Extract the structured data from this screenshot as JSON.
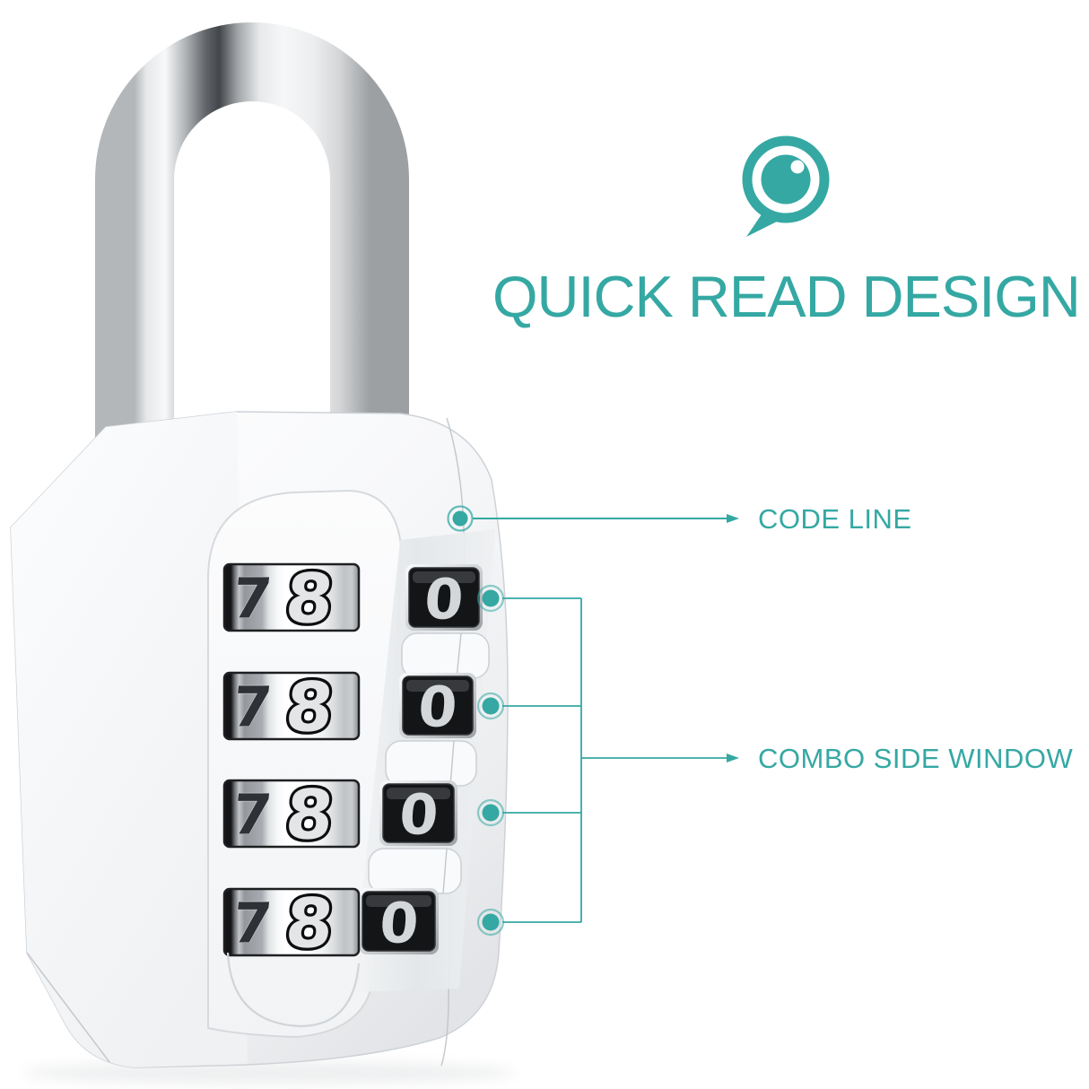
{
  "accent_color": "#35a8a3",
  "background_color": "#ffffff",
  "icon": {
    "name": "lens-speech-bubble-icon",
    "color": "#35a8a3"
  },
  "title": "QUICK READ DESIGN",
  "callouts": {
    "code_line": "CODE LINE",
    "combo_side_window": "COMBO SIDE WINDOW"
  },
  "lock": {
    "front_dials": [
      {
        "side_digit": "7",
        "front_digit": "8"
      },
      {
        "side_digit": "7",
        "front_digit": "8"
      },
      {
        "side_digit": "7",
        "front_digit": "8"
      },
      {
        "side_digit": "7",
        "front_digit": "8"
      }
    ],
    "side_windows": [
      {
        "digit": "0"
      },
      {
        "digit": "0"
      },
      {
        "digit": "0"
      },
      {
        "digit": "0"
      }
    ]
  }
}
